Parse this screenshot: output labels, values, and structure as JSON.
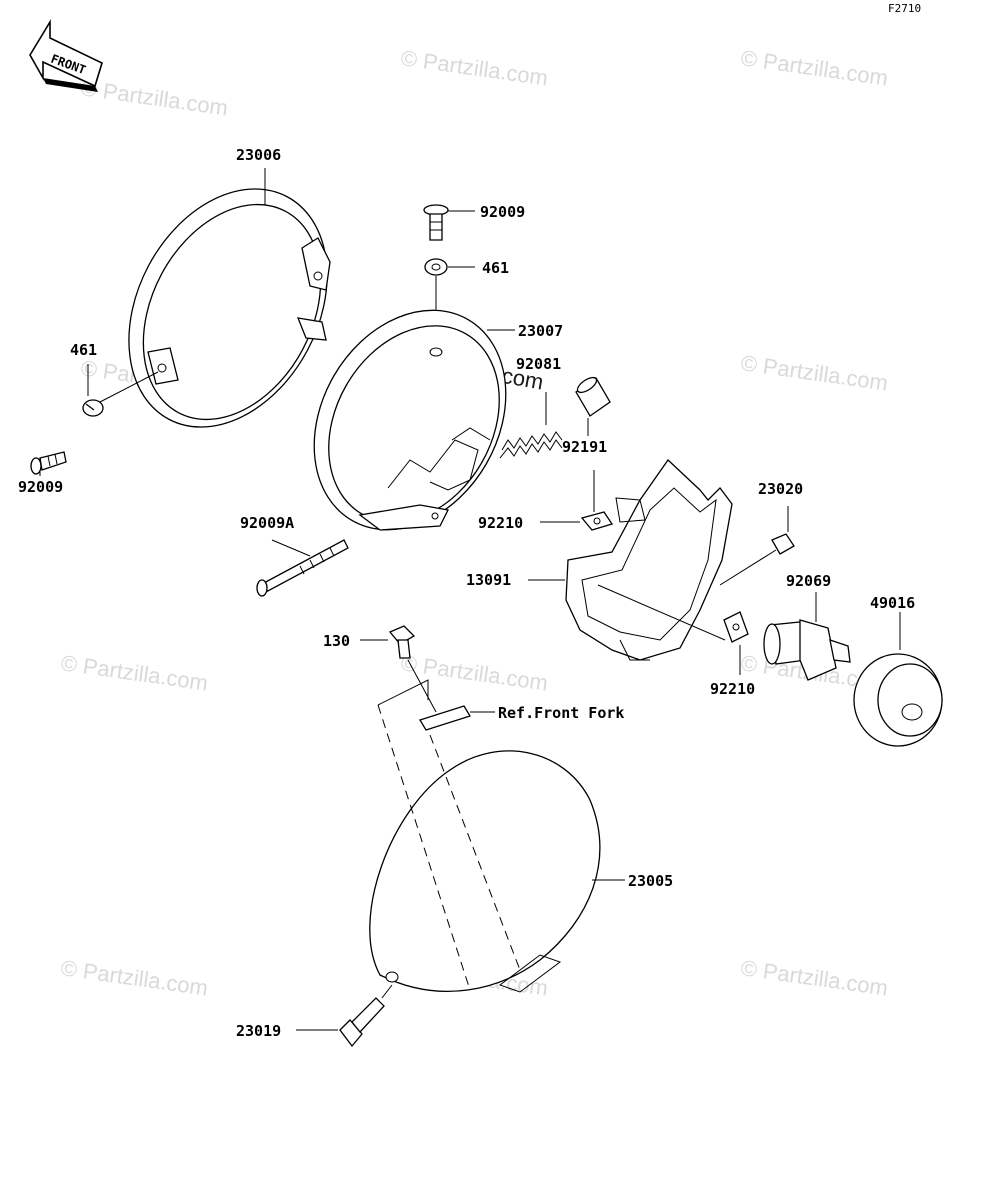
{
  "figure_code": "F2710",
  "front_arrow_label": "FRONT",
  "watermark": "© Partzilla.com",
  "watermark_center": "©Partzilla.com",
  "reference_label": "Ref.Front Fork",
  "parts": [
    {
      "id": "23006"
    },
    {
      "id": "92009"
    },
    {
      "id": "461"
    },
    {
      "id": "23007"
    },
    {
      "id": "92081"
    },
    {
      "id": "92191"
    },
    {
      "id": "461"
    },
    {
      "id": "92009"
    },
    {
      "id": "92009A"
    },
    {
      "id": "23020"
    },
    {
      "id": "92210"
    },
    {
      "id": "13091"
    },
    {
      "id": "92069"
    },
    {
      "id": "49016"
    },
    {
      "id": "130"
    },
    {
      "id": "92210"
    },
    {
      "id": "23005"
    },
    {
      "id": "23019"
    }
  ]
}
